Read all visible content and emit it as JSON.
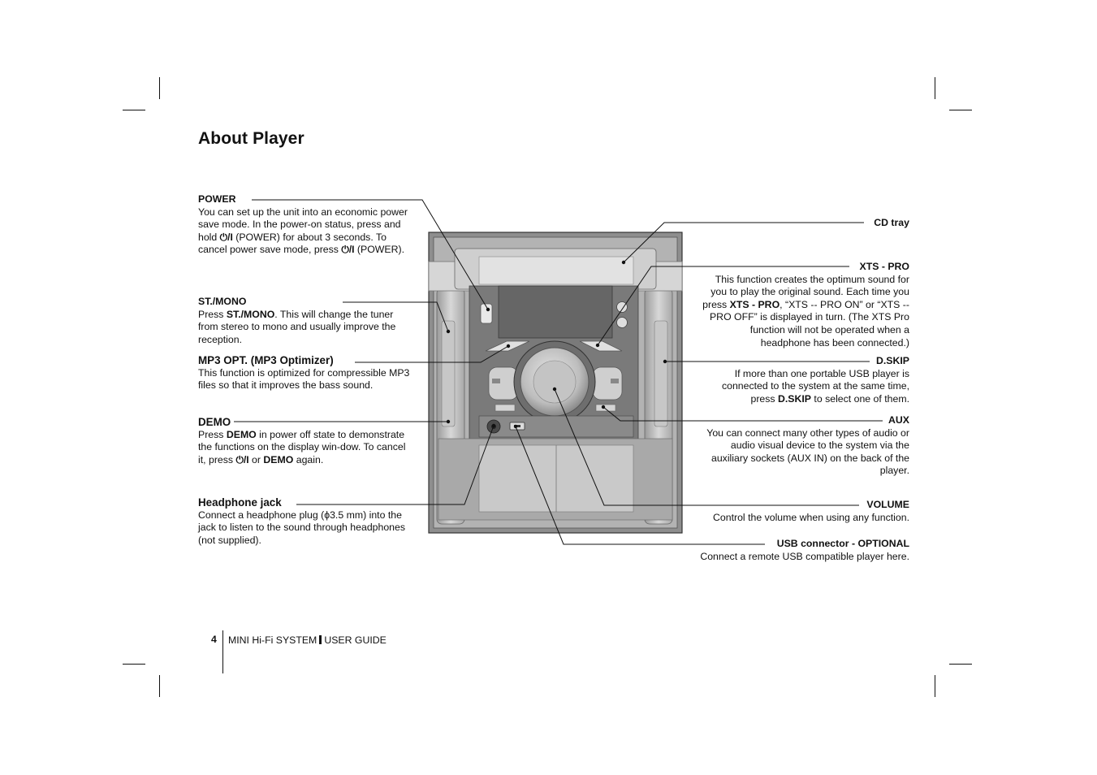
{
  "page": {
    "title": "About Player",
    "page_number": "4",
    "footer_left": "MINI Hi-Fi SYSTEM",
    "footer_right": "USER GUIDE"
  },
  "left": {
    "power": {
      "head": "POWER",
      "d1": "You can set up the unit into an economic power save mode. In the power-on status, press and hold ",
      "d2": " (POWER) for about 3 seconds. To cancel power save mode, press ",
      "d3": " (POWER)."
    },
    "stmono": {
      "head": "ST./MONO",
      "d1": "Press ",
      "b1": "ST./MONO",
      "d2": ". This will change the tuner from stereo to mono and usually improve the reception."
    },
    "mp3": {
      "head": "MP3 OPT. (MP3 Optimizer)",
      "d1": "This function is optimized for compressible MP3 files so that it improves the bass sound."
    },
    "demo": {
      "head": "DEMO",
      "d1": "Press ",
      "b1": "DEMO",
      "d2": " in power off state to demonstrate the functions on the display win-dow. To cancel it, press ",
      "d3": " or ",
      "b2": "DEMO",
      "d4": " again."
    },
    "headphone": {
      "head": "Headphone jack",
      "d1": "Connect a headphone plug (ϕ3.5 mm) into the jack to listen to the sound through headphones (not supplied)."
    }
  },
  "right": {
    "cdtray": {
      "head": "CD tray"
    },
    "xts": {
      "head": "XTS - PRO",
      "d1": "This function creates the optimum sound for you to play the original sound. Each time you press ",
      "b1": "XTS - PRO",
      "d2": ", “XTS -- PRO ON” or “XTS -- PRO OFF” is displayed in turn. (The XTS Pro function will not be operated when a headphone has been connected.)"
    },
    "dskip": {
      "head": "D.SKIP",
      "d1": "If more than one portable USB player is connected to the system at the same time, press ",
      "b1": "D.SKIP",
      "d2": " to select one of them."
    },
    "aux": {
      "head": "AUX",
      "d1": "You can connect many other types of audio or audio visual device to the system via the auxiliary sockets (AUX IN) on the back of the player."
    },
    "volume": {
      "head": "VOLUME",
      "d1": "Control the volume when using any function."
    },
    "usb": {
      "head": "USB connector - OPTIONAL",
      "d1": "Connect a remote USB compatible player here."
    }
  },
  "icons": {
    "power": "power-symbol-icon"
  }
}
